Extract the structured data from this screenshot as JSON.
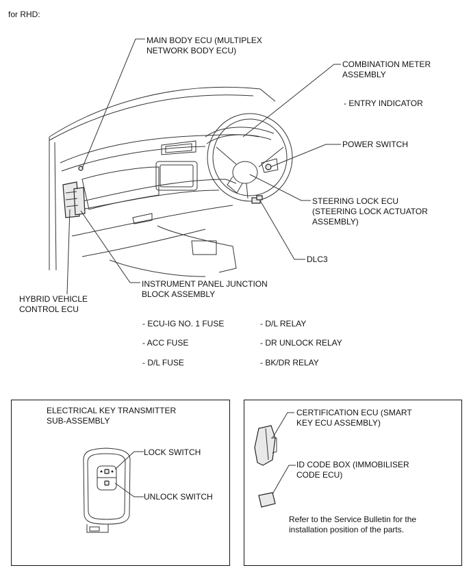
{
  "header": {
    "variant": "for RHD:"
  },
  "callouts": {
    "main_body_ecu": "MAIN BODY ECU (MULTIPLEX\nNETWORK BODY ECU)",
    "combination_meter": "COMBINATION METER\nASSEMBLY",
    "entry_indicator": "- ENTRY INDICATOR",
    "power_switch": "POWER SWITCH",
    "steering_lock_ecu": "STEERING LOCK ECU\n(STEERING LOCK ACTUATOR\nASSEMBLY)",
    "dlc3": "DLC3",
    "instrument_panel_jb": "INSTRUMENT PANEL JUNCTION\nBLOCK ASSEMBLY",
    "hybrid_vehicle_ecu": "HYBRID VEHICLE\nCONTROL ECU"
  },
  "junction_block_parts": {
    "left": [
      "- ECU-IG NO. 1 FUSE",
      "- ACC FUSE",
      "- D/L FUSE"
    ],
    "right": [
      "- D/L RELAY",
      "- DR UNLOCK RELAY",
      "- BK/DR RELAY"
    ]
  },
  "key_panel": {
    "title": "ELECTRICAL KEY TRANSMITTER\nSUB-ASSEMBLY",
    "lock_switch": "LOCK SWITCH",
    "unlock_switch": "UNLOCK SWITCH"
  },
  "ecu_panel": {
    "certification_ecu": "CERTIFICATION ECU (SMART\nKEY ECU ASSEMBLY)",
    "id_code_box": "ID CODE BOX (IMMOBILISER\nCODE ECU)",
    "note": "Refer to the Service Bulletin for the\ninstallation position of the parts."
  }
}
